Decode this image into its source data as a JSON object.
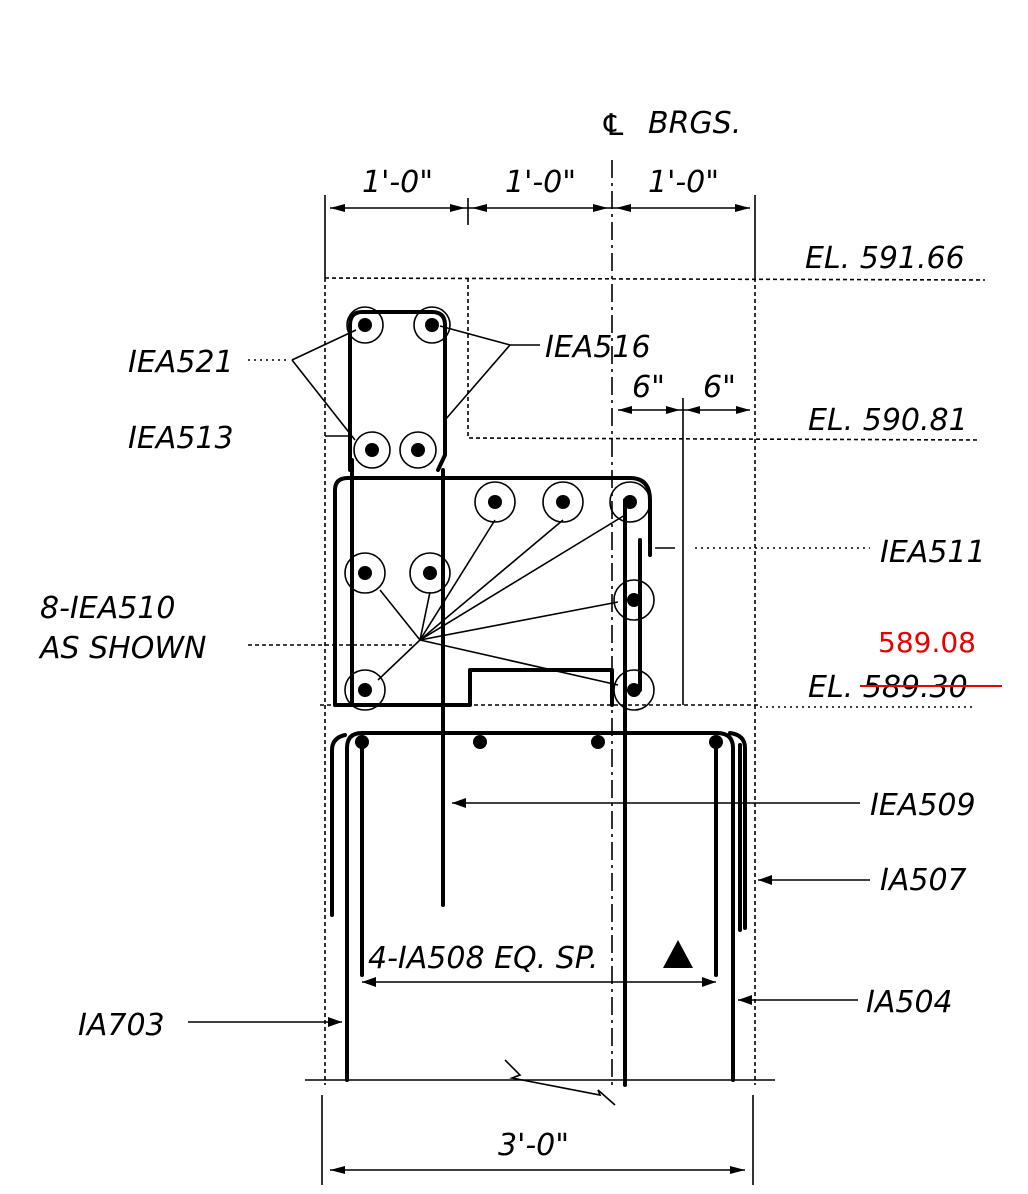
{
  "centerline_label": "BRGS.",
  "centerline_symbol": "℄",
  "dims_top": [
    "1'-0\"",
    "1'-0\"",
    "1'-0\""
  ],
  "dims_six": [
    "6\"",
    "6\""
  ],
  "dim_bottom": "3'-0\"",
  "elevations": {
    "top": "EL. 591.66",
    "mid": "EL. 590.81",
    "seat": "EL. 589.30",
    "seat_revised": "589.08"
  },
  "bar_labels": {
    "iea521": "IEA521",
    "iea513": "IEA513",
    "iea516": "IEA516",
    "iea511": "IEA511",
    "iea510_line1": "8-IEA510",
    "iea510_line2": "AS SHOWN",
    "iea509": "IEA509",
    "ia507": "IA507",
    "ia508": "4-IA508  EQ. SP.",
    "ia504": "IA504",
    "ia703": "IA703"
  },
  "colors": {
    "ink": "#000000",
    "revision": "#e60000"
  }
}
